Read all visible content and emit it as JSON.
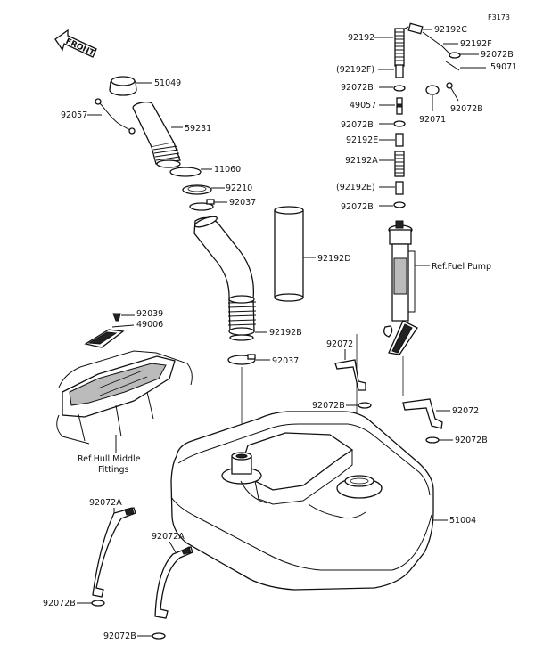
{
  "figure_code": "F3173",
  "front_arrow_label": "FRONT",
  "labels": {
    "p51049": "51049",
    "p92057": "92057",
    "p59231": "59231",
    "p11060": "11060",
    "p92210": "92210",
    "p92037a": "92037",
    "p92192D": "92192D",
    "p92039": "92039",
    "p49006": "49006",
    "p92192B": "92192B",
    "p92037b": "92037",
    "ref_hull_1": "Ref.Hull Middle",
    "ref_hull_2": "Fittings",
    "p92192": "92192",
    "p92192C": "92192C",
    "p92192F": "92192F",
    "p92072B_r1": "92072B",
    "p59071": "59071",
    "p92192F_paren": "(92192F)",
    "p92072B_l1": "92072B",
    "p49057": "49057",
    "p92071": "92071",
    "p92072B_r2": "92072B",
    "p92072B_l2": "92072B",
    "p92192E": "92192E",
    "p92192A": "92192A",
    "p92192E_paren": "(92192E)",
    "p92072B_l3": "92072B",
    "ref_fuel_pump": "Ref.Fuel Pump",
    "p92072_a": "92072",
    "p92072B_c": "92072B",
    "p92072_b": "92072",
    "p92072B_r3": "92072B",
    "p51004": "51004",
    "p92072A_a": "92072A",
    "p92072A_b": "92072A",
    "p92072B_bl1": "92072B",
    "p92072B_bl2": "92072B"
  }
}
